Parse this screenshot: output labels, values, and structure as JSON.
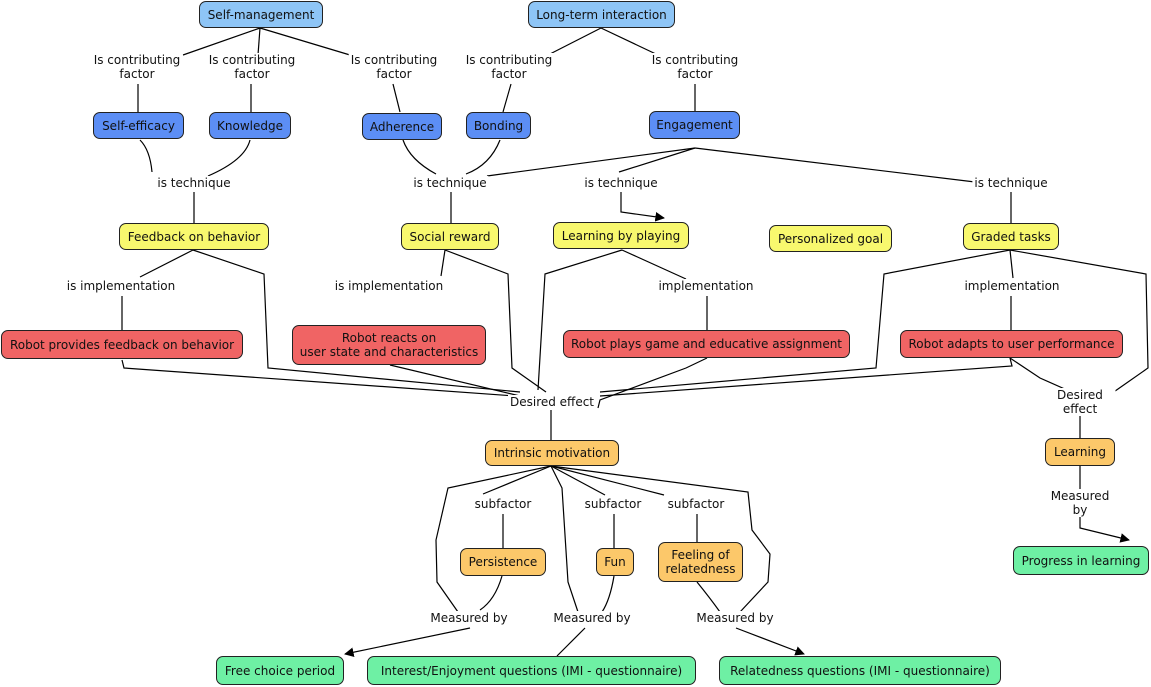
{
  "colors": {
    "goal": "#8ec5f6",
    "factor": "#5c8ef5",
    "technique": "#f8f86e",
    "implementation": "#f06464",
    "motivation": "#fcc86a",
    "measure": "#6ef0a4"
  },
  "nodes": {
    "self_management": "Self-management",
    "long_term_interaction": "Long-term interaction",
    "self_efficacy": "Self-efficacy",
    "knowledge": "Knowledge",
    "adherence": "Adherence",
    "bonding": "Bonding",
    "engagement": "Engagement",
    "feedback_on_behavior": "Feedback on behavior",
    "social_reward": "Social reward",
    "learning_by_playing": "Learning by playing",
    "personalized_goal": "Personalized goal",
    "graded_tasks": "Graded tasks",
    "robot_feedback": "Robot provides feedback on behavior",
    "robot_reacts": "Robot reacts on\nuser state and characteristics",
    "robot_plays": "Robot plays game and educative assignment",
    "robot_adapts": "Robot adapts to user performance",
    "intrinsic_motivation": "Intrinsic motivation",
    "learning": "Learning",
    "persistence": "Persistence",
    "fun": "Fun",
    "relatedness": "Feeling of\nrelatedness",
    "progress_in_learning": "Progress in learning",
    "free_choice_period": "Free choice period",
    "interest_questions": "Interest/Enjoyment questions (IMI - questionnaire)",
    "relatedness_questions": "Relatedness questions (IMI - questionnaire)"
  },
  "labels": {
    "contrib_1": "Is contributing\nfactor",
    "contrib_2": "Is contributing\nfactor",
    "contrib_3": "Is contributing\nfactor",
    "contrib_4": "Is contributing\nfactor",
    "contrib_5": "Is contributing\nfactor",
    "technique_1": "is technique",
    "technique_2": "is technique",
    "technique_3": "is technique",
    "technique_4": "is technique",
    "impl_1": "is implementation",
    "impl_2": "is implementation",
    "impl_3": "implementation",
    "impl_4": "implementation",
    "desired_1": "Desired effect",
    "desired_2": "Desired effect",
    "subfactor_1": "subfactor",
    "subfactor_2": "subfactor",
    "subfactor_3": "subfactor",
    "measured_1": "Measured by",
    "measured_2": "Measured by",
    "measured_3": "Measured by",
    "measured_4": "Measured by"
  }
}
